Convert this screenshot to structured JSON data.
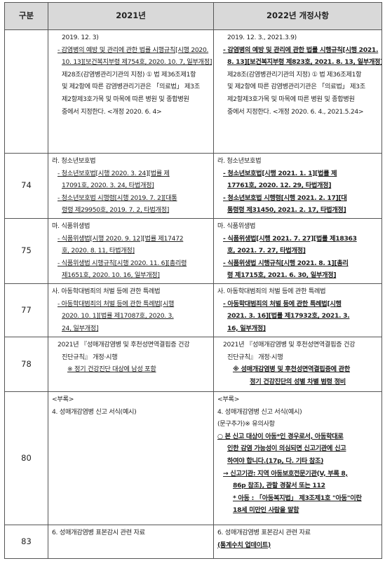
{
  "header": {
    "col1": "구분",
    "col2": "2021년",
    "col3": "2022년 개정사항"
  },
  "rows": [
    {
      "num": "",
      "left": [
        {
          "t": "2019. 12. 3)",
          "c": "ind2"
        },
        {
          "t": "- 감염병의 예방 및 관리에 관한 법률 시행규칙[시행 2020.",
          "c": "ind1 u"
        },
        {
          "t": "10. 13][보건복지부령 제754호, 2020. 10. 7, 일부개정]",
          "c": "ind2 u"
        },
        {
          "t": "제28조(감염병관리기관의 지정) ① 법 제36조제1항",
          "c": "ind2"
        },
        {
          "t": "및 제2항에 따른 감염병관리기관은 「의료법」 제3조",
          "c": "ind2"
        },
        {
          "t": "제2항제3호가목 및 마목에 따른 병원 및 종합병원",
          "c": "ind2"
        },
        {
          "t": "중에서 지정한다. <개정 2020. 6. 4>",
          "c": "ind2"
        }
      ],
      "right": [
        {
          "t": "2019. 12. 3., 2021.3.9)",
          "c": "ind2"
        },
        {
          "t": "- 감염병의 예방 및 관리에 관한 법률 시행규칙[시행 2021.",
          "c": "ind1 u b"
        },
        {
          "t": "8. 13][보건복지부령 제823호, 2021. 8. 13, 일부개정]",
          "c": "ind2 u b"
        },
        {
          "t": "제28조(감염병관리기관의 지정) ① 법 제36조제1항",
          "c": "ind2"
        },
        {
          "t": "및 제2항에 따른 감염병관리기관은 「의료법」 제3조",
          "c": "ind2"
        },
        {
          "t": "제2항제3호가목 및 마목에 따른 병원 및 종합병원",
          "c": "ind2"
        },
        {
          "t": "중에서 지정한다. <개정 2020. 6. 4., 2021.5.24>",
          "c": "ind2"
        }
      ]
    },
    {
      "num": "74",
      "left": [
        {
          "t": "라. 청소년보호법",
          "c": ""
        },
        {
          "t": "- 청소년보호법[시행 2020. 3. 24][법률 제",
          "c": "ind1 u"
        },
        {
          "t": "17091호, 2020. 3. 24, 타법개정]",
          "c": "ind2 u"
        },
        {
          "t": "- 청소년보호법 시행령[시행 2019. 7. 2][대통",
          "c": "ind1 u"
        },
        {
          "t": "령령 제29950호, 2019. 7. 2, 타법개정]",
          "c": "ind2 u"
        }
      ],
      "right": [
        {
          "t": "라. 청소년보호법",
          "c": ""
        },
        {
          "t": "- 청소년보호법[시행 2021. 1. 1][법률 제",
          "c": "ind1 u b"
        },
        {
          "t": "17761호, 2020. 12. 29, 타법개정]",
          "c": "ind2 u b"
        },
        {
          "t": "- 청소년보호법 시행령[시행 2021. 2. 17][대",
          "c": "ind1 u b"
        },
        {
          "t": "통령령 제31450, 2021. 2. 17, 타법개정]",
          "c": "ind2 u b"
        }
      ]
    },
    {
      "num": "75",
      "left": [
        {
          "t": "마. 식품위생법",
          "c": ""
        },
        {
          "t": "- 식품위생법[시행 2020. 9. 12][법률 제17472",
          "c": "ind1 u"
        },
        {
          "t": "호, 2020. 8. 11, 타법개정]",
          "c": "ind2 u"
        },
        {
          "t": "- 식품위생법 시행규칙[시행 2020. 11. 6][총리령",
          "c": "ind1 u"
        },
        {
          "t": "제1651호, 2020. 10. 16, 일부개정]",
          "c": "ind2 u"
        }
      ],
      "right": [
        {
          "t": "마. 식품위생법",
          "c": ""
        },
        {
          "t": "- 식품위생법[시행 2021. 7. 27][법률 제18363",
          "c": "ind1 u b"
        },
        {
          "t": "호, 2021. 7. 27, 타법개정]",
          "c": "ind2 u b"
        },
        {
          "t": "- 식품위생법 시행규칙[시행 2021. 8. 1][총리",
          "c": "ind1 u b"
        },
        {
          "t": "령 제1715호, 2021. 6. 30, 일부개정]",
          "c": "ind2 u b"
        }
      ]
    },
    {
      "num": "77",
      "left": [
        {
          "t": "사. 아동학대범죄의 처벌 등에 관한 특례법",
          "c": ""
        },
        {
          "t": "- 아동학대범죄의 처벌 등에 관한 특례법[시행",
          "c": "ind1 u"
        },
        {
          "t": "2020. 10. 1][법률 제17087호, 2020. 3.",
          "c": "ind2 u"
        },
        {
          "t": "24, 일부개정]",
          "c": "ind2 u"
        }
      ],
      "right": [
        {
          "t": "사. 아동학대범죄의 처벌 등에 관한 특례법",
          "c": ""
        },
        {
          "t": "- 아동학대범죄의 처벌 등에 관한 특례법[시행",
          "c": "ind1 u b"
        },
        {
          "t": "2021. 3. 16][법률 제17932호, 2021. 3.",
          "c": "ind2 u b"
        },
        {
          "t": "16, 일부개정]",
          "c": "ind2 u b"
        }
      ]
    },
    {
      "num": "78",
      "left": [
        {
          "t": "2021년 『성매개감염병 및 후천성면역결핍증 건강",
          "c": "ind1"
        },
        {
          "t": "진단규칙』 개정·시행",
          "c": "ind2"
        },
        {
          "t": "※ 정기 건강진단 대상에 남성 포함",
          "c": "ind3 u"
        }
      ],
      "right": [
        {
          "t": "2021년 『성매개감염병 및 후천성면역결핍증 건강",
          "c": "ind1"
        },
        {
          "t": "진단규칙』 개정·시행",
          "c": "ind2"
        },
        {
          "t": "※ 성매개감염병 및 후천성면역결핍증에 관한",
          "c": "ind3 u b"
        },
        {
          "t": "정기 건강진단의 성별 차별 범령 정비",
          "c": "ctr u b"
        }
      ]
    },
    {
      "num": "80",
      "left": [
        {
          "t": "<부록>",
          "c": ""
        },
        {
          "t": "4. 성매개감염병 신고 서식(예시)",
          "c": ""
        }
      ],
      "right": [
        {
          "t": "<부록>",
          "c": ""
        },
        {
          "t": "4. 성매개감염병 신고 서식(예시)",
          "c": ""
        },
        {
          "t": "(문구추가)※ 유의사항",
          "c": ""
        },
        {
          "t": "○ 본 신고 대상이 아동*인 경우로서, 아동학대로",
          "c": "u b"
        },
        {
          "t": "인한 감염 가능성이 의심되면 신고기관에 신고",
          "c": "ind2 u b"
        },
        {
          "t": "하여야 합니다.(17p, 다. 기타 참조)",
          "c": "ind2 u b"
        },
        {
          "t": "→ 신고기관: 지역 아동보호전문기관(V, 부록 8,",
          "c": "ind1 u b"
        },
        {
          "t": "86p 참조), 관할 경찰서 또는 112",
          "c": "ind3 u b"
        },
        {
          "t": "* 아동 : 「아동복지법」 제3조제1호 \"아동\"이란",
          "c": "ind3 u b"
        },
        {
          "t": "18세 미만인 사람을 말함",
          "c": "ind3 u b"
        }
      ]
    },
    {
      "num": "83",
      "left": [
        {
          "t": "6. 성매개감염병 표본감시 관련 자료",
          "c": ""
        }
      ],
      "right": [
        {
          "t": "6. 성매개감염병 표본감시 관련 자료",
          "c": ""
        },
        {
          "t": "(통계수치 업데이트)",
          "c": "u b"
        }
      ]
    }
  ]
}
